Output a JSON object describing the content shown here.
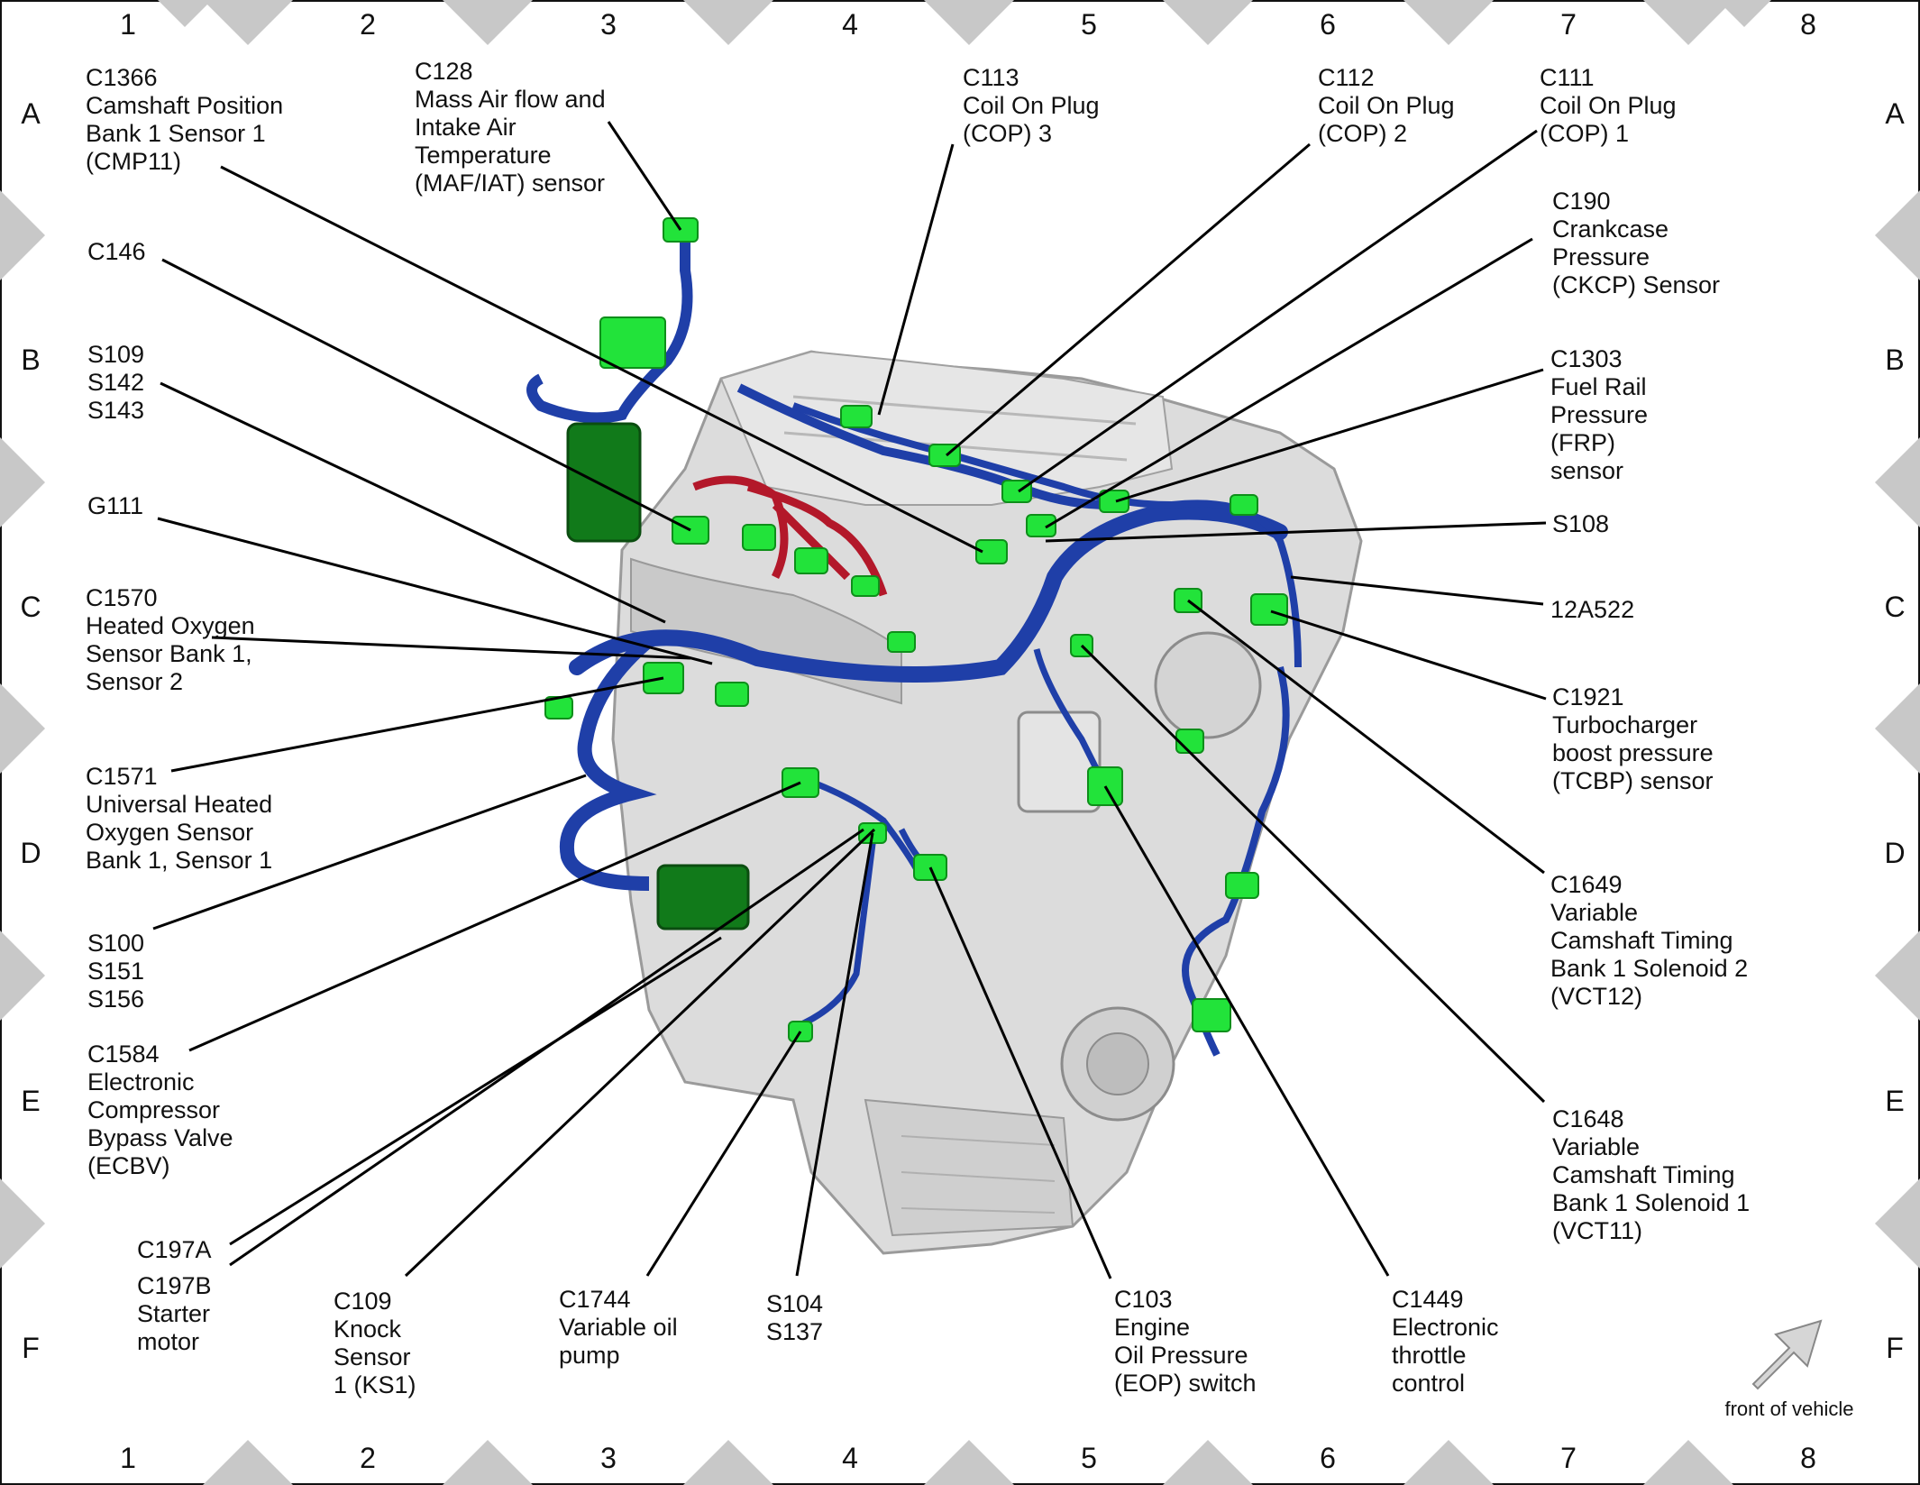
{
  "diagram": {
    "grid": {
      "columns": [
        "1",
        "2",
        "3",
        "4",
        "5",
        "6",
        "7",
        "8"
      ],
      "rows": [
        "A",
        "B",
        "C",
        "D",
        "E",
        "F"
      ]
    },
    "callouts": [
      {
        "id": "c1366",
        "lines": [
          "C1366",
          "Camshaft Position",
          "Bank 1 Sensor 1",
          "(CMP11)"
        ]
      },
      {
        "id": "c128",
        "lines": [
          "C128",
          "Mass Air flow and",
          "Intake Air",
          "Temperature",
          "(MAF/IAT) sensor"
        ]
      },
      {
        "id": "c113",
        "lines": [
          "C113",
          "Coil On Plug",
          "(COP) 3"
        ]
      },
      {
        "id": "c112",
        "lines": [
          "C112",
          "Coil On Plug",
          "(COP) 2"
        ]
      },
      {
        "id": "c111",
        "lines": [
          "C111",
          "Coil On Plug",
          "(COP) 1"
        ]
      },
      {
        "id": "c190",
        "lines": [
          "C190",
          "Crankcase",
          "Pressure",
          "(CKCP) Sensor"
        ]
      },
      {
        "id": "c1303",
        "lines": [
          "C1303",
          "Fuel Rail",
          "Pressure",
          "(FRP)",
          "sensor"
        ]
      },
      {
        "id": "s108",
        "lines": [
          "S108"
        ]
      },
      {
        "id": "12a522",
        "lines": [
          "12A522"
        ]
      },
      {
        "id": "c1921",
        "lines": [
          "C1921",
          "Turbocharger",
          "boost pressure",
          "(TCBP) sensor"
        ]
      },
      {
        "id": "c1649",
        "lines": [
          "C1649",
          "Variable",
          "Camshaft Timing",
          "Bank 1 Solenoid 2",
          "(VCT12)"
        ]
      },
      {
        "id": "c1648",
        "lines": [
          "C1648",
          "Variable",
          "Camshaft Timing",
          "Bank 1 Solenoid 1",
          "(VCT11)"
        ]
      },
      {
        "id": "c1449",
        "lines": [
          "C1449",
          "Electronic",
          "throttle",
          "control"
        ]
      },
      {
        "id": "c103",
        "lines": [
          "C103",
          "Engine",
          "Oil Pressure",
          "(EOP) switch"
        ]
      },
      {
        "id": "s104",
        "lines": [
          "S104",
          "S137"
        ]
      },
      {
        "id": "c1744",
        "lines": [
          "C1744",
          "Variable oil",
          "pump"
        ]
      },
      {
        "id": "c109",
        "lines": [
          "C109",
          "Knock",
          "Sensor",
          "1 (KS1)"
        ]
      },
      {
        "id": "c197b",
        "lines": [
          "C197B",
          "Starter",
          "motor"
        ]
      },
      {
        "id": "c197a",
        "lines": [
          "C197A"
        ]
      },
      {
        "id": "c1584",
        "lines": [
          "C1584",
          "Electronic",
          "Compressor",
          "Bypass Valve",
          "(ECBV)"
        ]
      },
      {
        "id": "s100",
        "lines": [
          "S100",
          "S151",
          "S156"
        ]
      },
      {
        "id": "c1571",
        "lines": [
          "C1571",
          "Universal Heated",
          "Oxygen Sensor",
          "Bank 1, Sensor 1"
        ]
      },
      {
        "id": "c1570",
        "lines": [
          "C1570",
          "Heated Oxygen",
          "Sensor Bank 1,",
          "Sensor 2"
        ]
      },
      {
        "id": "g111",
        "lines": [
          "G111"
        ]
      },
      {
        "id": "s109",
        "lines": [
          "S109",
          "S142",
          "S143"
        ]
      },
      {
        "id": "c146",
        "lines": [
          "C146"
        ]
      }
    ],
    "front_of_vehicle": "front of vehicle",
    "colors": {
      "harness": "#1f3fa8",
      "harness_dark": "#0e2780",
      "connector": "#22e33a",
      "connector_dark": "#117a1a",
      "red_harness": "#b3182a",
      "engine": "#d9d9d9",
      "engine_shadow": "#a8a8a8",
      "grid_marker": "#c8c8c8"
    }
  }
}
